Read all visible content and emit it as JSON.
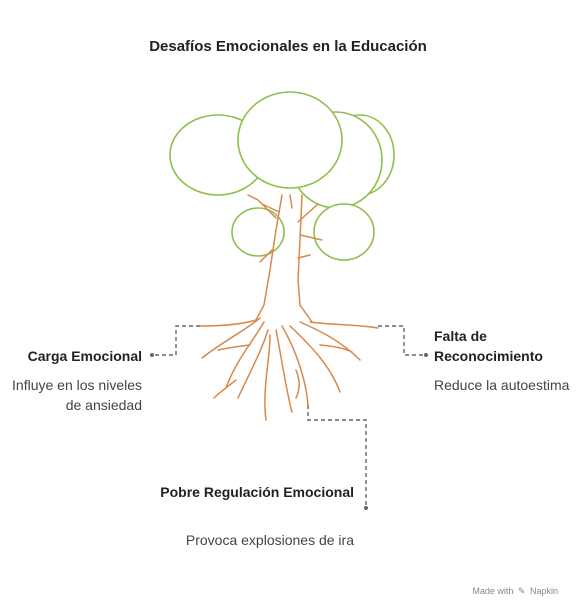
{
  "title": "Desafíos Emocionales en la Educación",
  "items": [
    {
      "label": "Carga Emocional",
      "description": "Influye en los niveles de ansiedad"
    },
    {
      "label": "Falta de Reconocimiento",
      "description": "Reduce la autoestima"
    },
    {
      "label": "Pobre Regulación Emocional",
      "description": "Provoca explosiones de ira"
    }
  ],
  "footer": {
    "prefix": "Made with",
    "brand": "Napkin"
  },
  "colors": {
    "crown": "#8dc04a",
    "trunk": "#d9884a",
    "connector": "#666666"
  }
}
